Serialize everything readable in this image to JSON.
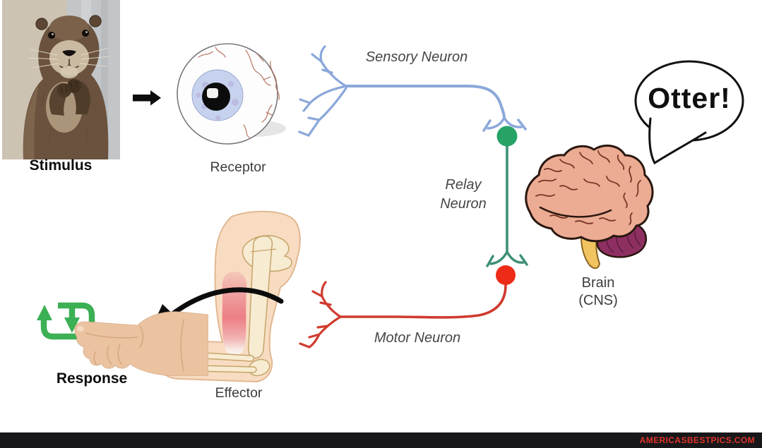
{
  "labels": {
    "stimulus": "Stimulus",
    "receptor": "Receptor",
    "sensory_neuron": "Sensory Neuron",
    "relay_line1": "Relay",
    "relay_line2": "Neuron",
    "motor_neuron": "Motor Neuron",
    "brain_line1": "Brain",
    "brain_line2": "(CNS)",
    "effector": "Effector",
    "response": "Response"
  },
  "speech_bubble": {
    "text": "Otter!"
  },
  "watermark": {
    "text": "AMERICASBESTPICS.COM"
  },
  "icons": {
    "stimulus_arrow": "right-arrow",
    "movement_arrow": "curved-left-arrow",
    "response_icon": "repeat-loop-arrows",
    "otter_photo": "otter-photo",
    "eye": "eye-receptor",
    "brain": "brain-cns",
    "arm": "arm-effector",
    "hand": "pointing-hand-photo"
  },
  "colors": {
    "background": "#ffffff",
    "sensory_blue": "#8ca8da",
    "relay_green_line": "#3e9077",
    "relay_green_soma": "#28a368",
    "motor_red_line": "#cf3b2e",
    "motor_red_soma": "#ee2b17",
    "label_gray": "#3d3d3d",
    "label_black": "#0d0d0d",
    "response_green": "#3cb054",
    "watermark_red": "#e0342b",
    "bottom_bar": "#18181a"
  }
}
